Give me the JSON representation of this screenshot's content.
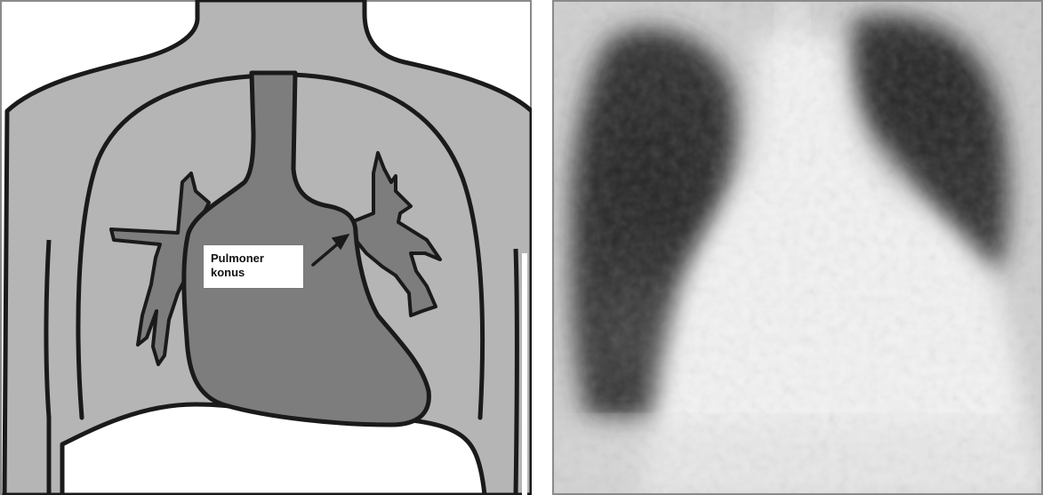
{
  "left_panel": {
    "label": {
      "line1": "Pulmoner",
      "line2": "konus"
    },
    "colors": {
      "background": "#ffffff",
      "body": "#b5b5b5",
      "heart": "#7d7d7d",
      "outline": "#1a1a1a"
    }
  },
  "right_panel": {
    "image": "chest-xray",
    "colors": {
      "lung": "#2e2e2e",
      "mediastinum": "#f2f2f2"
    }
  }
}
